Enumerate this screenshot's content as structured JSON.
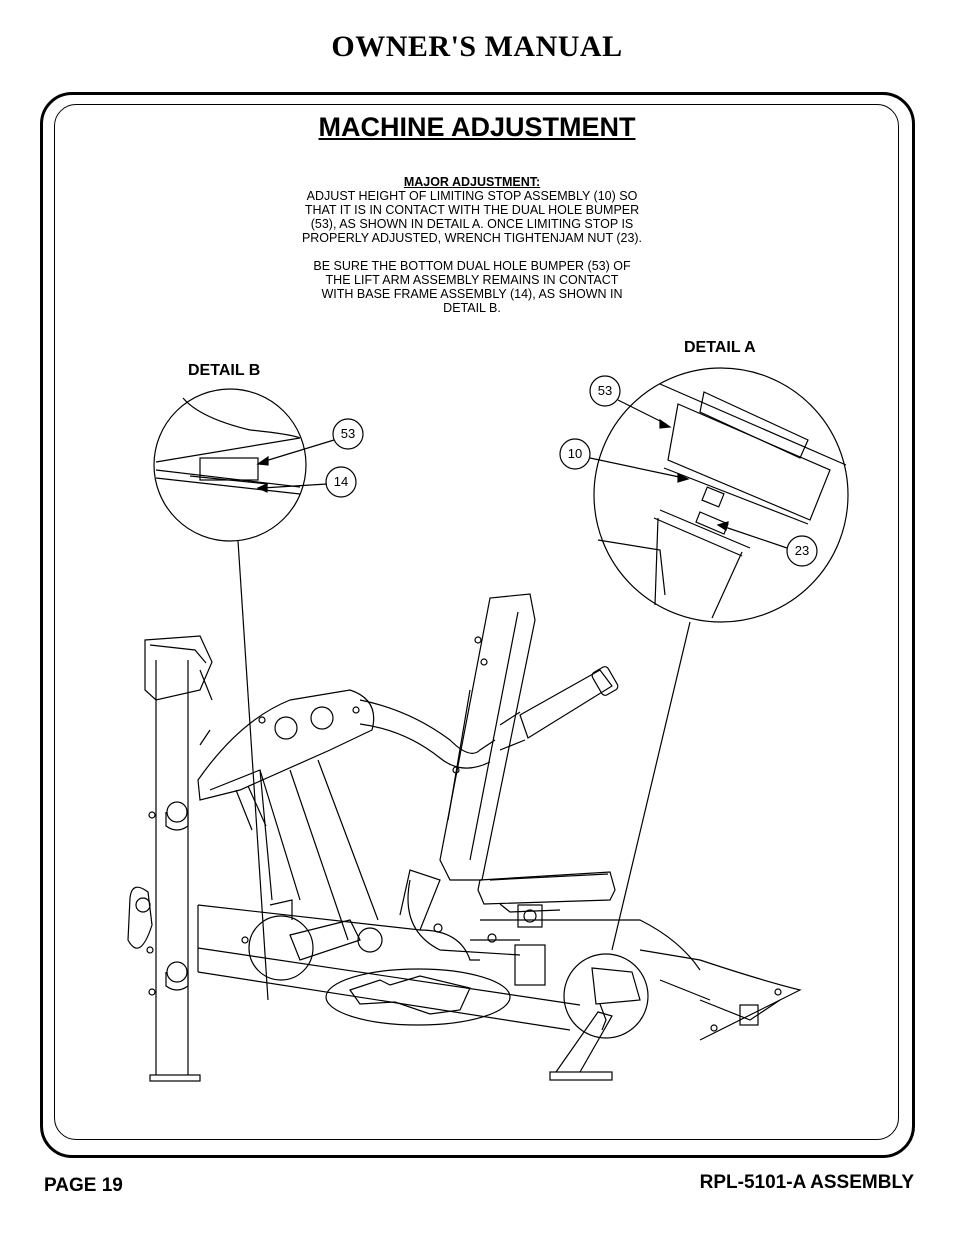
{
  "header": {
    "title": "OWNER'S MANUAL"
  },
  "section": {
    "title": "MACHINE ADJUSTMENT"
  },
  "instructions": {
    "heading": "MAJOR ADJUSTMENT:",
    "paragraph1_lines": [
      "ADJUST HEIGHT OF LIMITING STOP ASSEMBLY (10) SO",
      "THAT IT IS IN CONTACT WITH THE DUAL HOLE BUMPER",
      "(53), AS SHOWN IN DETAIL A.  ONCE LIMITING STOP IS",
      "PROPERLY ADJUSTED, WRENCH TIGHTENJAM NUT (23)."
    ],
    "paragraph2_lines": [
      "BE SURE THE BOTTOM DUAL HOLE BUMPER (53) OF",
      "THE LIFT ARM ASSEMBLY REMAINS IN CONTACT",
      "WITH BASE FRAME ASSEMBLY (14), AS SHOWN IN",
      "DETAIL B."
    ]
  },
  "details": {
    "detail_a": {
      "label": "DETAIL A",
      "callouts": [
        "53",
        "10",
        "23"
      ]
    },
    "detail_b": {
      "label": "DETAIL B",
      "callouts": [
        "53",
        "14"
      ]
    }
  },
  "footer": {
    "page": "PAGE 19",
    "assembly": "RPL-5101-A ASSEMBLY"
  }
}
